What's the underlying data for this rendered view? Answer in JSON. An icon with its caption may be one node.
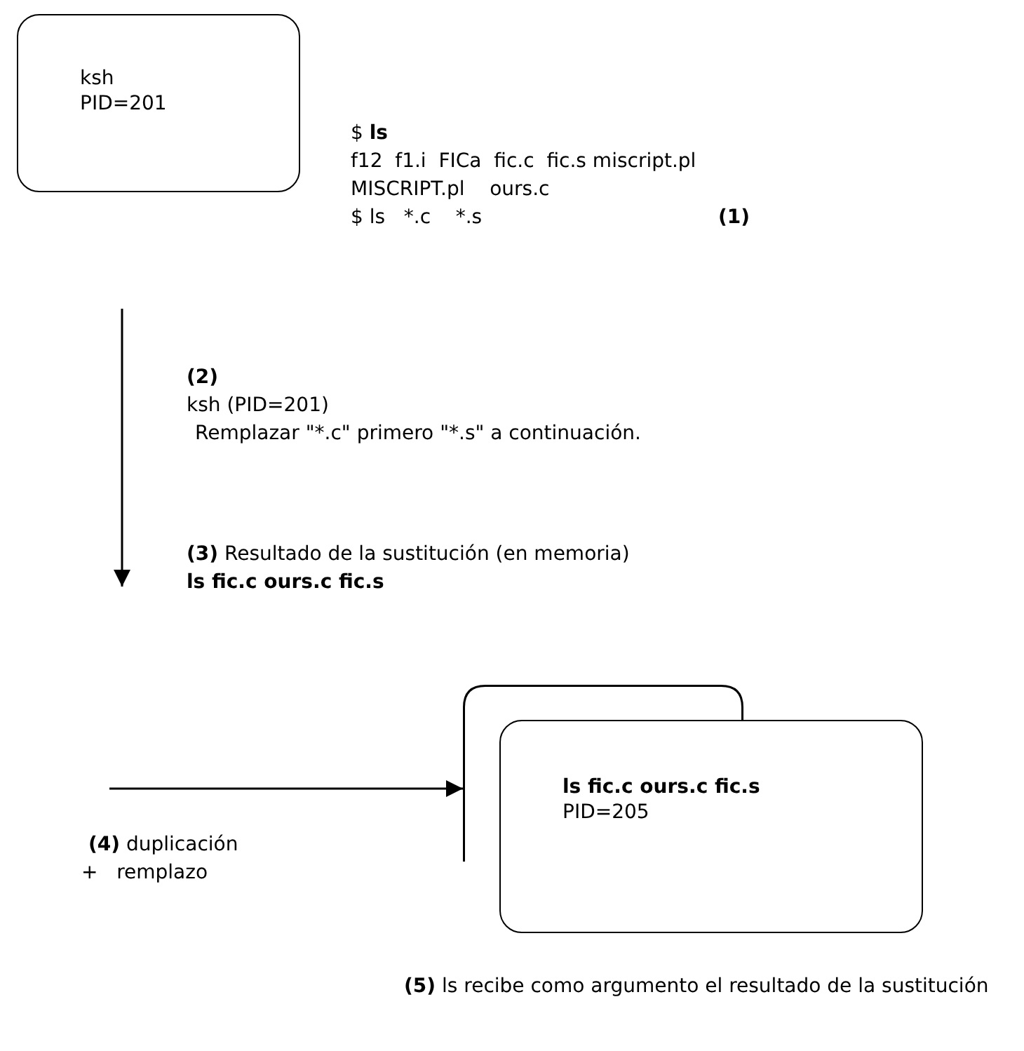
{
  "diagram": {
    "nodes": [
      {
        "text": [
          "ksh PID=201"
        ]
      },
      {
        "text": [
          "ls fic.c ours.c fic.s",
          "PID=205"
        ]
      }
    ],
    "edges": [
      {
        "from": null,
        "to": 1,
        "arrow": "to"
      }
    ],
    "labels": [
      "$ **ls**",
      "f12  f1.i  FICa  fic.c  fic.s miscript.pl",
      "MISCRIPT.pl    ours.c",
      "$ ls   *.c    *.s",
      "**(1)**",
      "**(2)**",
      "ksh (PID=201)",
      "Remplazar \"*.c\" primero \"*.s\" a continuación.",
      "**(3)** Resultado de la sustitución (en memoria)",
      "**ls fic.c ours.c fic.s**",
      "**(4)** duplicación",
      "+   remplazo",
      "**(5)** ls recibe como argumento el resultado de la sustitución"
    ]
  }
}
